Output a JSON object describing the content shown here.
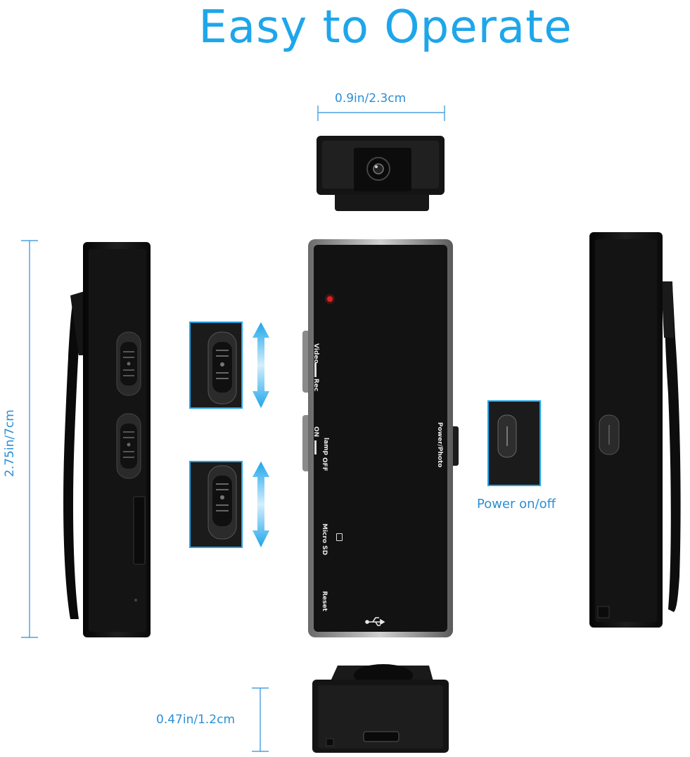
{
  "title": "Easy to Operate",
  "dimensions": {
    "width": "0.9in/2.3cm",
    "height": "2.75in/7cm",
    "depth": "0.47in/1.2cm"
  },
  "callouts": {
    "power": "Power on/off"
  },
  "device_labels": {
    "video_rec_top": "Video",
    "video_rec_bottom": "Rec",
    "lamp_top": "lamp",
    "lamp_on": "ON",
    "lamp_off": "OFF",
    "micro_sd": "Micro SD",
    "reset": "Reset",
    "power_photo": "Power/Photo"
  },
  "colors": {
    "accent": "#1ea6ea",
    "device": "#121212",
    "indicator": "#e02020"
  },
  "icons": [
    "double-arrow-icon",
    "usb-icon",
    "sd-card-icon",
    "camera-lens-icon"
  ]
}
